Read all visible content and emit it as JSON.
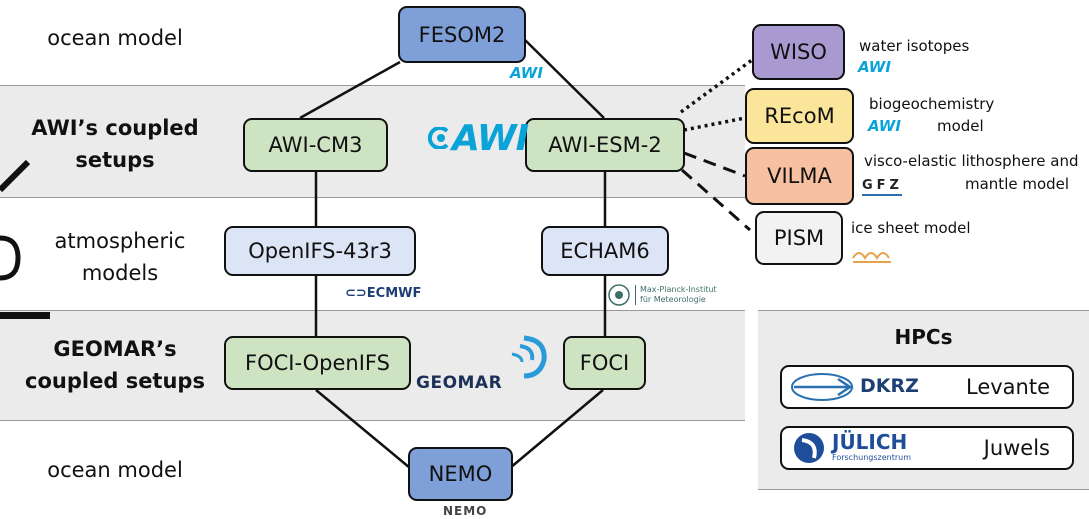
{
  "rows": {
    "ocean_top": "ocean model",
    "awi_line1": "AWI’s coupled",
    "awi_line2": "setups",
    "atm_line1": "atmospheric",
    "atm_line2": "models",
    "geomar_line1": "GEOMAR’s",
    "geomar_line2": "coupled setups",
    "ocean_bottom": "ocean model"
  },
  "boxes": {
    "fesom2": "FESOM2",
    "awi_cm3": "AWI-CM3",
    "awi_esm2": "AWI-ESM-2",
    "openifs": "OpenIFS-43r3",
    "echam6": "ECHAM6",
    "foci_openifs": "FOCI-OpenIFS",
    "foci": "FOCI",
    "nemo": "NEMO",
    "wiso": "WISO",
    "recom": "REcoM",
    "vilma": "VILMA",
    "pism": "PISM"
  },
  "notes": {
    "wiso": "water isotopes",
    "recom_line1": "biogeochemistry",
    "recom_line2": "model",
    "vilma_line1": "visco-elastic lithosphere and",
    "vilma_line2": "mantle model",
    "pism": "ice sheet model"
  },
  "logos": {
    "awi": "AWI",
    "ecmwf": "ECMWF",
    "mpi_line1": "Max-Planck-Institut",
    "mpi_line2": "für Meteorologie",
    "geomar": "GEOMAR",
    "gfz": "GFZ",
    "nemo": "NEMO",
    "dkrz": "DKRZ",
    "julich": "JÜLICH",
    "julich_sub": "Forschungszentrum"
  },
  "hpc": {
    "title": "HPCs",
    "levante": "Levante",
    "juwels": "Juwels"
  },
  "colors": {
    "blue": "#7f9fd8",
    "green": "#cde3c2",
    "lightblue": "#dce5f6",
    "purple": "#a999d1",
    "yellow": "#fbe59b",
    "orange": "#f7c1a1",
    "awi_cyan": "#0aa3d8",
    "dkrz_navy": "#1e3f73"
  }
}
